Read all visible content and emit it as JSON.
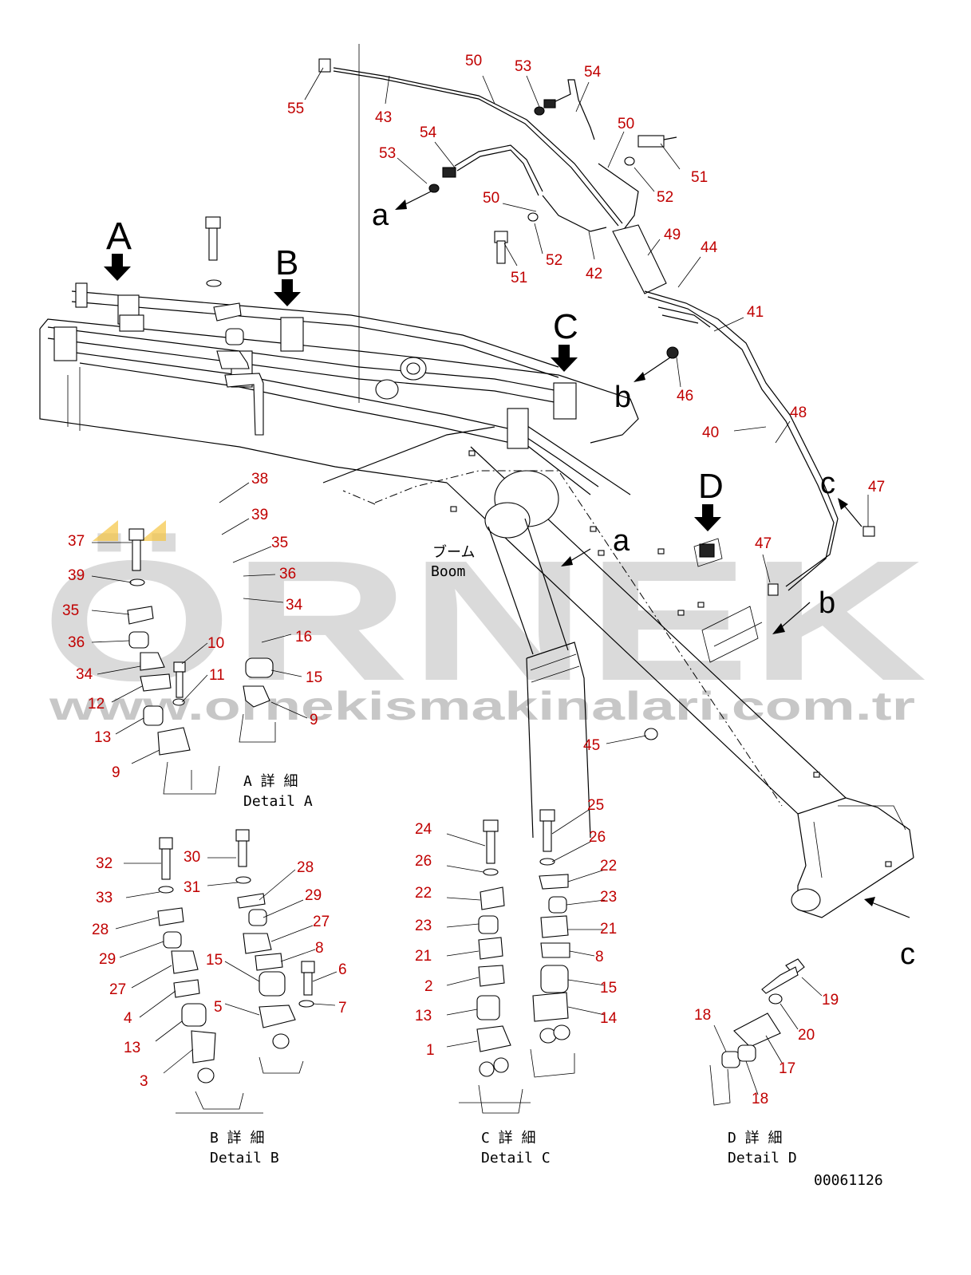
{
  "watermark": {
    "brand": "ÖRNEK",
    "url": "www.ornekismakinalari.com.tr"
  },
  "drawing_code": "00061126",
  "boom_label": {
    "jp": "ブーム",
    "en": "Boom"
  },
  "detail_arrows": [
    "A",
    "B",
    "C",
    "D"
  ],
  "connection_marks": [
    "a",
    "a",
    "b",
    "b",
    "c",
    "c"
  ],
  "captions": [
    {
      "jp": "A 詳 細",
      "en": "Detail A"
    },
    {
      "jp": "B 詳 細",
      "en": "Detail B"
    },
    {
      "jp": "C 詳 細",
      "en": "Detail C"
    },
    {
      "jp": "D 詳 細",
      "en": "Detail D"
    }
  ],
  "callouts": {
    "main": [
      "55",
      "43",
      "50",
      "53",
      "54",
      "50",
      "51",
      "52",
      "54",
      "53",
      "50",
      "52",
      "51",
      "42",
      "49",
      "44",
      "41",
      "46",
      "48",
      "40",
      "47",
      "47",
      "45"
    ],
    "detail_a": [
      "38",
      "39",
      "35",
      "36",
      "34",
      "16",
      "15",
      "9",
      "37",
      "39",
      "35",
      "36",
      "34",
      "10",
      "11",
      "12",
      "13",
      "9"
    ],
    "detail_b": [
      "32",
      "33",
      "28",
      "29",
      "27",
      "4",
      "13",
      "3",
      "30",
      "31",
      "28",
      "29",
      "27",
      "8",
      "15",
      "6",
      "7",
      "5"
    ],
    "detail_c": [
      "24",
      "26",
      "22",
      "23",
      "21",
      "2",
      "13",
      "1",
      "25",
      "26",
      "22",
      "23",
      "21",
      "8",
      "15",
      "14"
    ],
    "detail_d": [
      "18",
      "19",
      "20",
      "17",
      "18"
    ]
  },
  "colors": {
    "callout": "#c00000",
    "line": "#000000",
    "watermark": "#bdbdbd",
    "accent": "#f5c542"
  }
}
